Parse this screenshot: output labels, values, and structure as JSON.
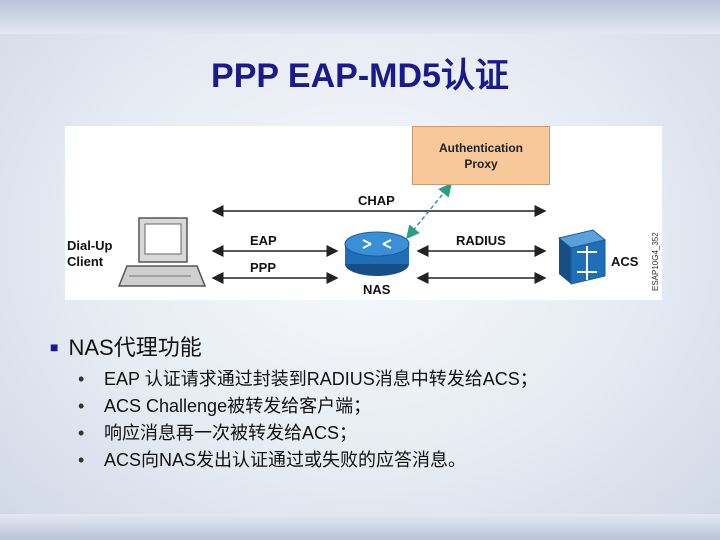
{
  "title": "PPP EAP-MD5认证",
  "diagram": {
    "proxy_label": "Authentication\nProxy",
    "chap_label": "CHAP",
    "eap_label": "EAP",
    "ppp_label": "PPP",
    "radius_label": "RADIUS",
    "client_label": "Dial-Up\nClient",
    "nas_label": "NAS",
    "acs_label": "ACS",
    "figure_id": "ESAP10G4_352",
    "proxy_box_color": "#f6c89a",
    "arrow_color": "#222222",
    "dashed_color": "#2a9c8a",
    "router_color": "#1f6fb8",
    "acs_color": "#1f6fb8"
  },
  "section": {
    "heading": "NAS代理功能",
    "bullets": [
      "EAP 认证请求通过封装到RADIUS消息中转发给ACS；",
      "ACS Challenge被转发给客户端；",
      "响应消息再一次被转发给ACS；",
      "ACS向NAS发出认证通过或失败的应答消息。"
    ]
  }
}
